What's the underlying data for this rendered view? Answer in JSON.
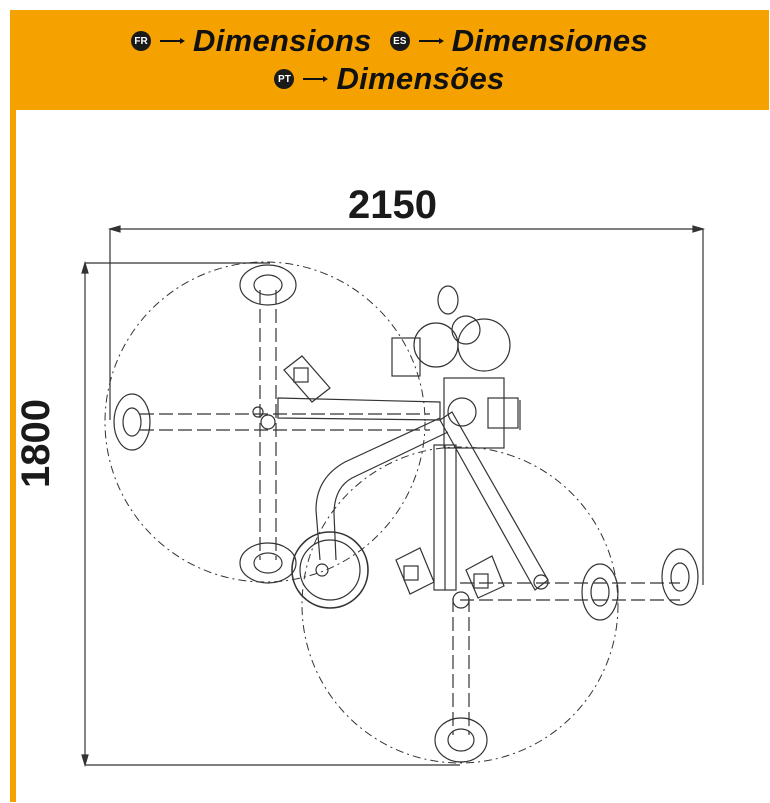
{
  "header": {
    "lines": [
      {
        "badges": [
          "FR",
          "ES"
        ],
        "items": [
          {
            "code": "FR",
            "label": "Dimensions"
          },
          {
            "code": "ES",
            "label": "Dimensiones"
          }
        ]
      },
      {
        "items": [
          {
            "code": "PT",
            "label": "Dimensões"
          }
        ]
      }
    ]
  },
  "dimensions": {
    "width_label": "2150",
    "height_label": "1800"
  },
  "colors": {
    "accent": "#f5a100",
    "ink": "#1a1a1a",
    "badge": "#1a1a1a"
  }
}
